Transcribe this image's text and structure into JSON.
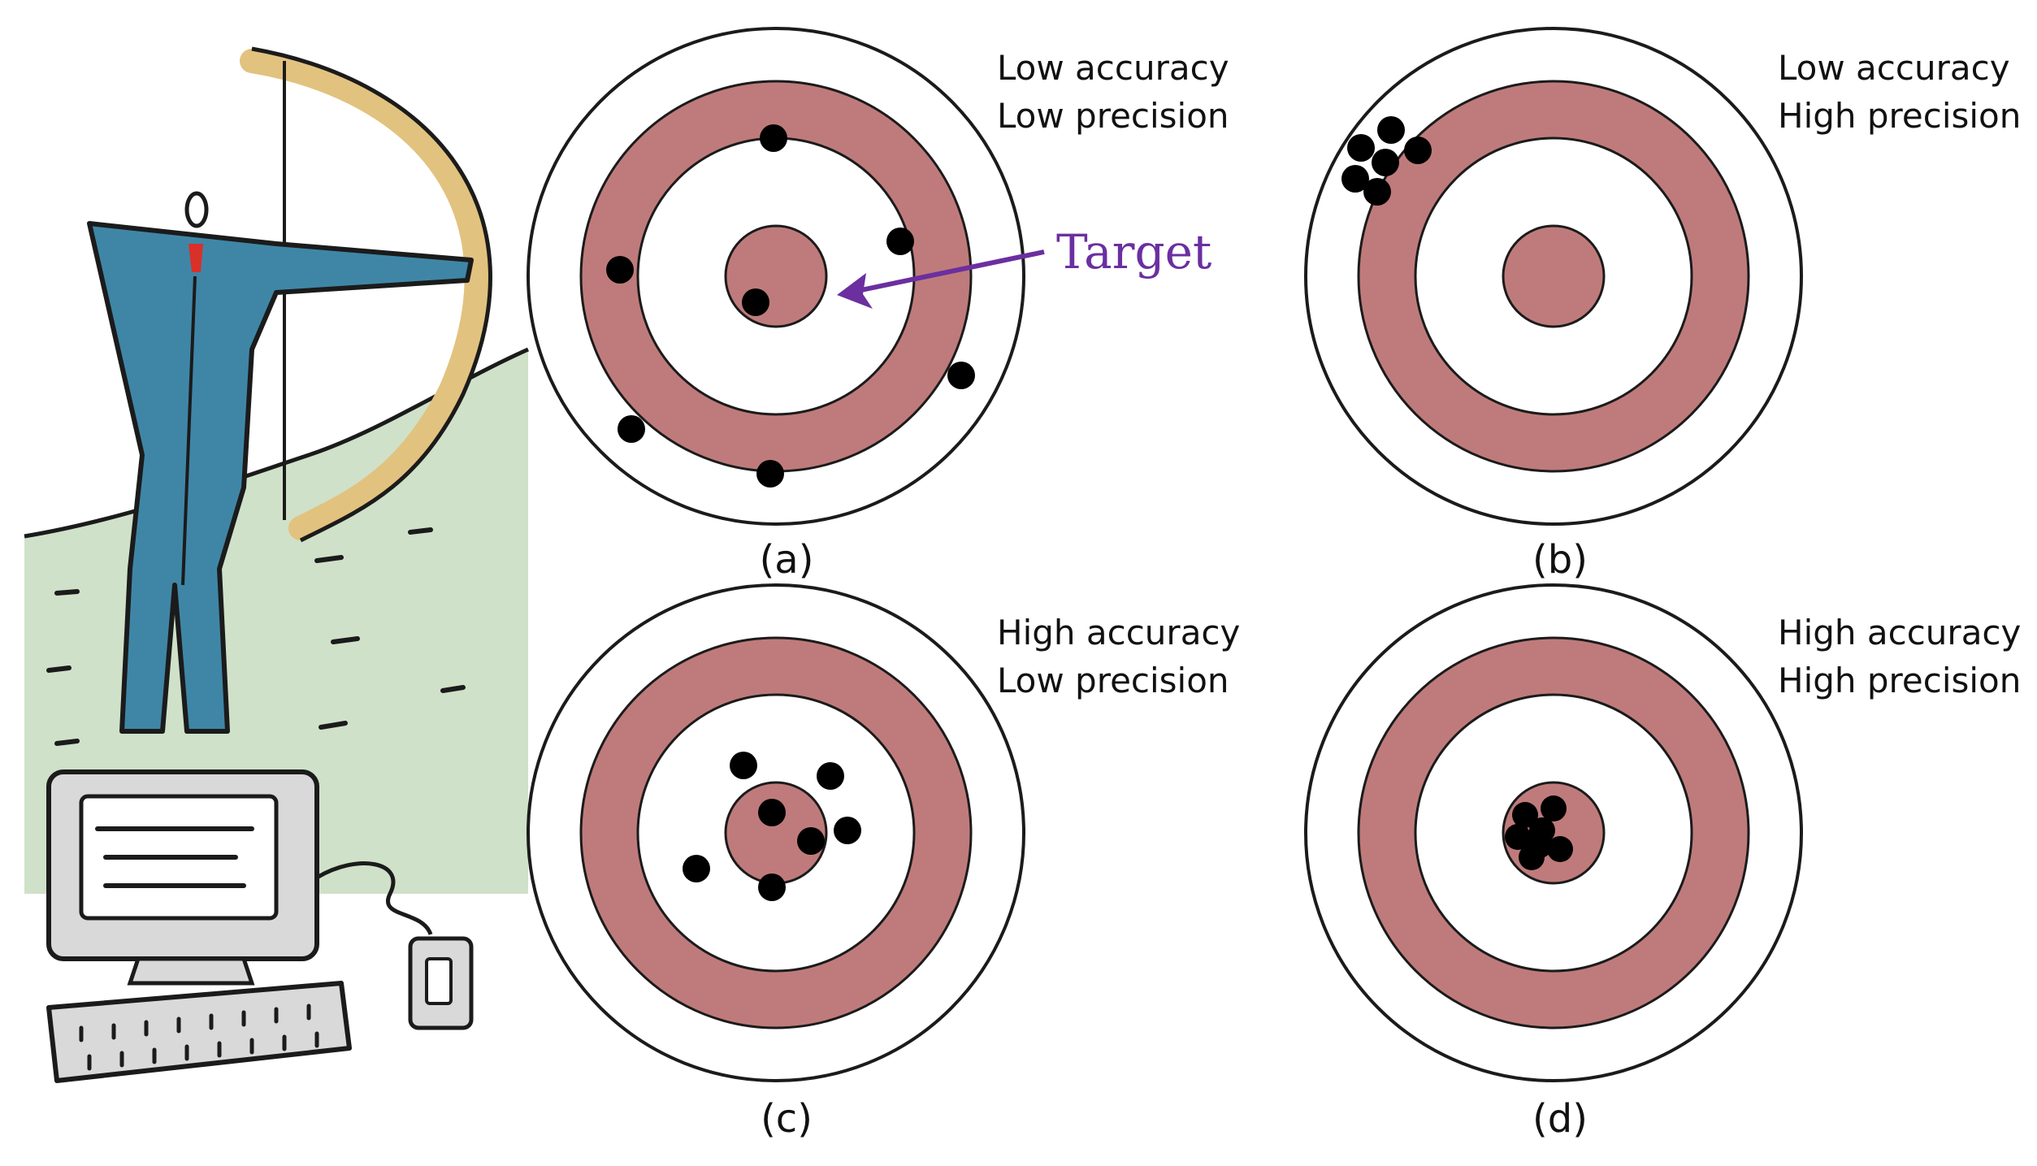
{
  "colors": {
    "ring": "#bf7b7b",
    "dot": "#000000",
    "annotation": "#6b2fa0",
    "shirt": "#3f86a6",
    "bow": "#e2c27f",
    "hill": "#b9d3b0"
  },
  "annotation": {
    "label": "Target"
  },
  "illustration": {
    "subject": "archer-at-computer"
  },
  "panels": [
    {
      "id": "a",
      "label": "(a)",
      "line1": "Low accuracy",
      "line2": "Low precision"
    },
    {
      "id": "b",
      "label": "(b)",
      "line1": "Low accuracy",
      "line2": "High precision"
    },
    {
      "id": "c",
      "label": "(c)",
      "line1": "High accuracy",
      "line2": "Low precision"
    },
    {
      "id": "d",
      "label": "(d)",
      "line1": "High accuracy",
      "line2": "High precision"
    }
  ]
}
